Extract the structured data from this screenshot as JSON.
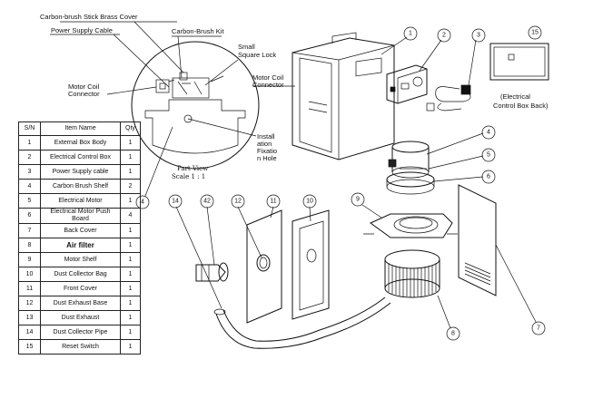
{
  "callouts": {
    "carbon_brush_stick_cover": "Carbon-brush Stick Brass Cover",
    "power_supply_cable": "Power Supply Cable",
    "carbon_brush_kit": "Carbon-Brush Kit",
    "small_square_lock_1": "Small",
    "small_square_lock_2": "Square Lock",
    "motor_coil_connector_left_1": "Motor Coil",
    "motor_coil_connector_left_2": "Connector",
    "motor_coil_connector_right_1": "Motor Coil",
    "motor_coil_connector_right_2": "Connector",
    "install_hole_1": "Install",
    "install_hole_2": "ation",
    "install_hole_3": "Fixatio",
    "install_hole_4": "n Hole",
    "part_view_1": "Part View",
    "part_view_2": "Scale 1 : 1",
    "control_box_back_1": "(Electrical",
    "control_box_back_2": "Control Box Back)"
  },
  "numbers": {
    "n1": "1",
    "n2": "2",
    "n3": "3",
    "n4": "4",
    "n5": "5",
    "n6": "6",
    "n7": "7",
    "n8": "8",
    "n9": "9",
    "n10": "10",
    "n11": "11",
    "n12": "12",
    "n14": "14",
    "n15": "15",
    "n42": "42",
    "n4b": "4"
  },
  "table": {
    "headers": [
      "S/N",
      "Item Name",
      "Qty"
    ],
    "rows": [
      [
        "1",
        "External Box Body",
        "1"
      ],
      [
        "2",
        "Electrical Control Box",
        "1"
      ],
      [
        "3",
        "Power Supply cable",
        "1"
      ],
      [
        "4",
        "Carbon Brush Shelf",
        "2"
      ],
      [
        "5",
        "Electrical Motor",
        "1"
      ],
      [
        "6",
        "Electrical Motor Push Board",
        "4"
      ],
      [
        "7",
        "Back Cover",
        "1"
      ],
      [
        "8",
        "Air filter",
        "1"
      ],
      [
        "9",
        "Motor Shelf",
        "1"
      ],
      [
        "10",
        "Dust Collector Bag",
        "1"
      ],
      [
        "11",
        "Front Cover",
        "1"
      ],
      [
        "12",
        "Dust Exhaust Base",
        "1"
      ],
      [
        "13",
        "Dust Exhaust",
        "1"
      ],
      [
        "14",
        "Dust Collector Pipe",
        "1"
      ],
      [
        "15",
        "Reset Switch",
        "1"
      ]
    ]
  }
}
